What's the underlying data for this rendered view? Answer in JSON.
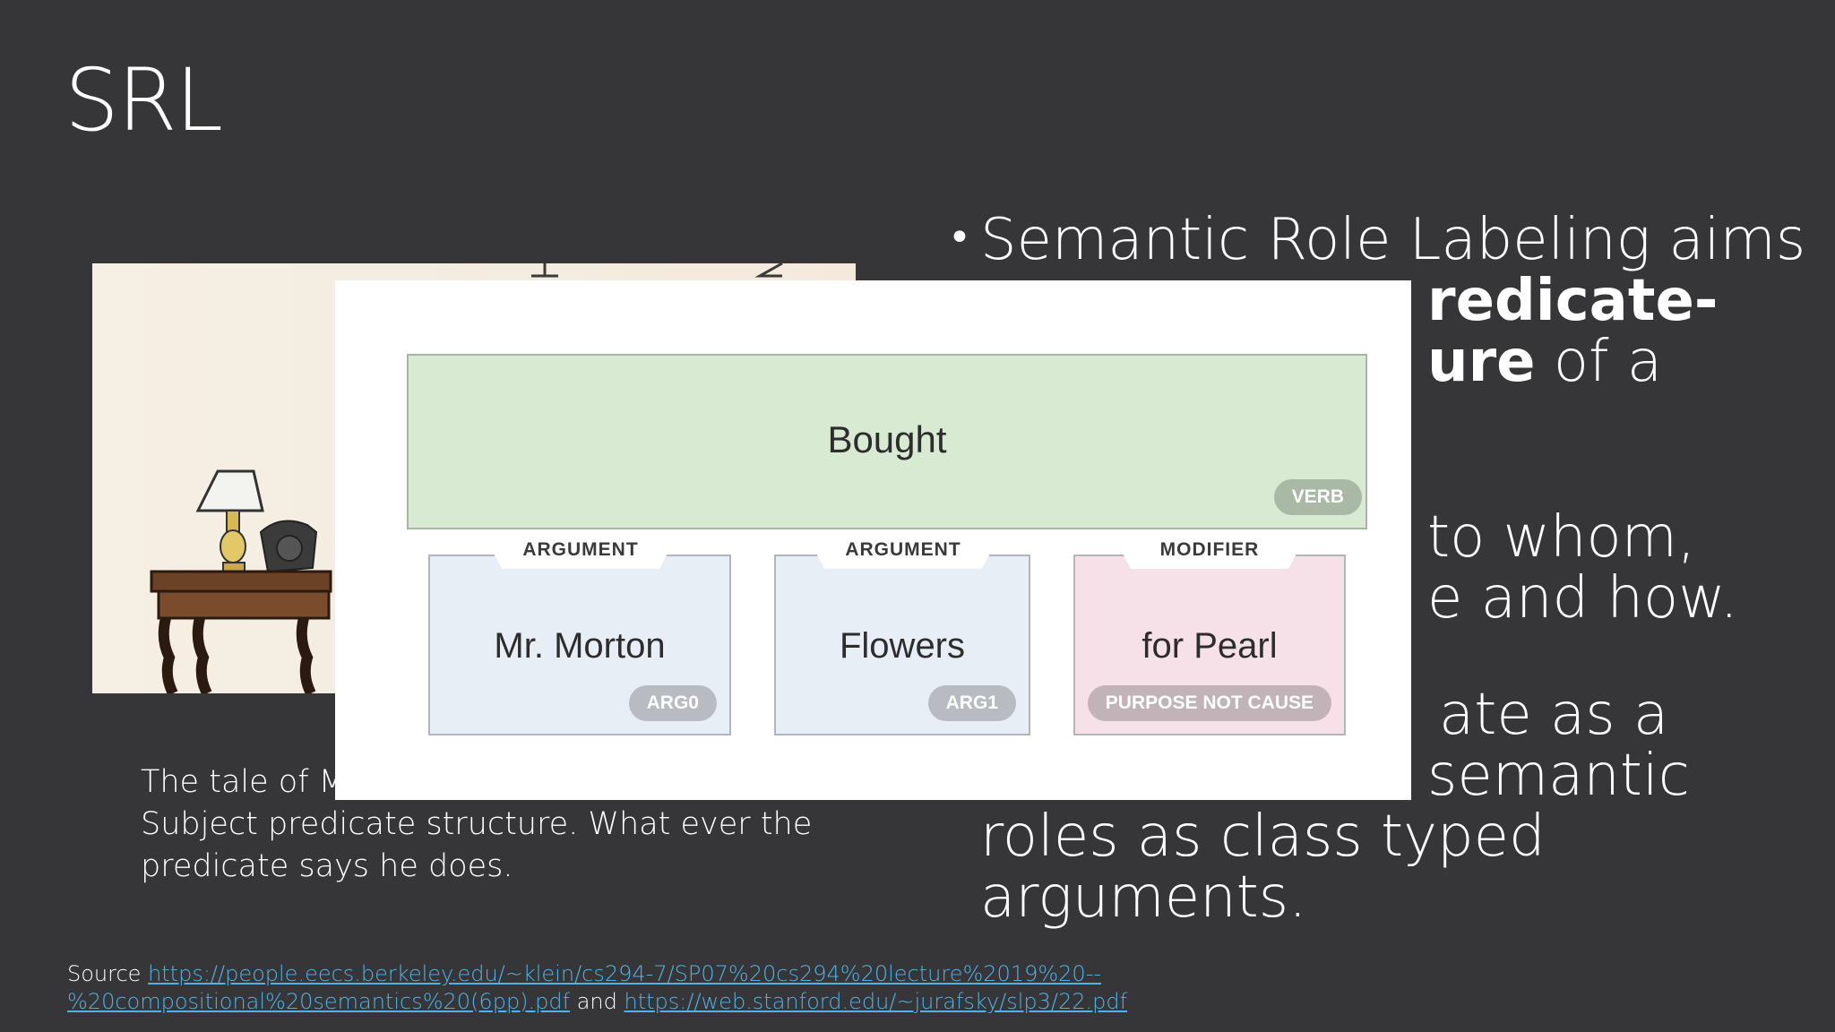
{
  "title": "SRL",
  "bullets": {
    "line1": "Semantic Role Labeling aims",
    "line2": "redicate-",
    "line3_bold": "ure",
    "line3_rest": " of a",
    "line4": "to whom,",
    "line5": "e and how.",
    "line6": "ate as a",
    "line7": "semantic",
    "line8": "roles as class typed",
    "line9": "arguments."
  },
  "caption": {
    "line1": "The tale of M",
    "line2": "Subject predicate structure. What ever the",
    "line3": "predicate says he does."
  },
  "diagram": {
    "verb": {
      "label": "Bought",
      "tag": "VERB",
      "color": "#d9ead3",
      "tag_color": "#aab8a6"
    },
    "roles": [
      {
        "tab": "ARGUMENT",
        "label": "Mr. Morton",
        "tag": "ARG0",
        "color": "#e8eef6",
        "tag_color": "#b8bcc2"
      },
      {
        "tab": "ARGUMENT",
        "label": "Flowers",
        "tag": "ARG1",
        "color": "#e8eef6",
        "tag_color": "#b8bcc2"
      },
      {
        "tab": "MODIFIER",
        "label": "for Pearl",
        "tag": "PURPOSE NOT CAUSE",
        "color": "#f7e1e8",
        "tag_color": "#c2b3b8"
      }
    ]
  },
  "source": {
    "prefix": "Source ",
    "link1_line1": "https://people.eecs.berkeley.edu/~klein/cs294-7/SP07%20cs294%20lecture%2019%20--",
    "link1_line2": "%20compositional%20semantics%20(6pp).pdf",
    "between": " and ",
    "link2": "https://web.stanford.edu/~jurafsky/slp3/22.pdf"
  },
  "colors": {
    "background": "#363638",
    "link": "#4fb3e8"
  }
}
